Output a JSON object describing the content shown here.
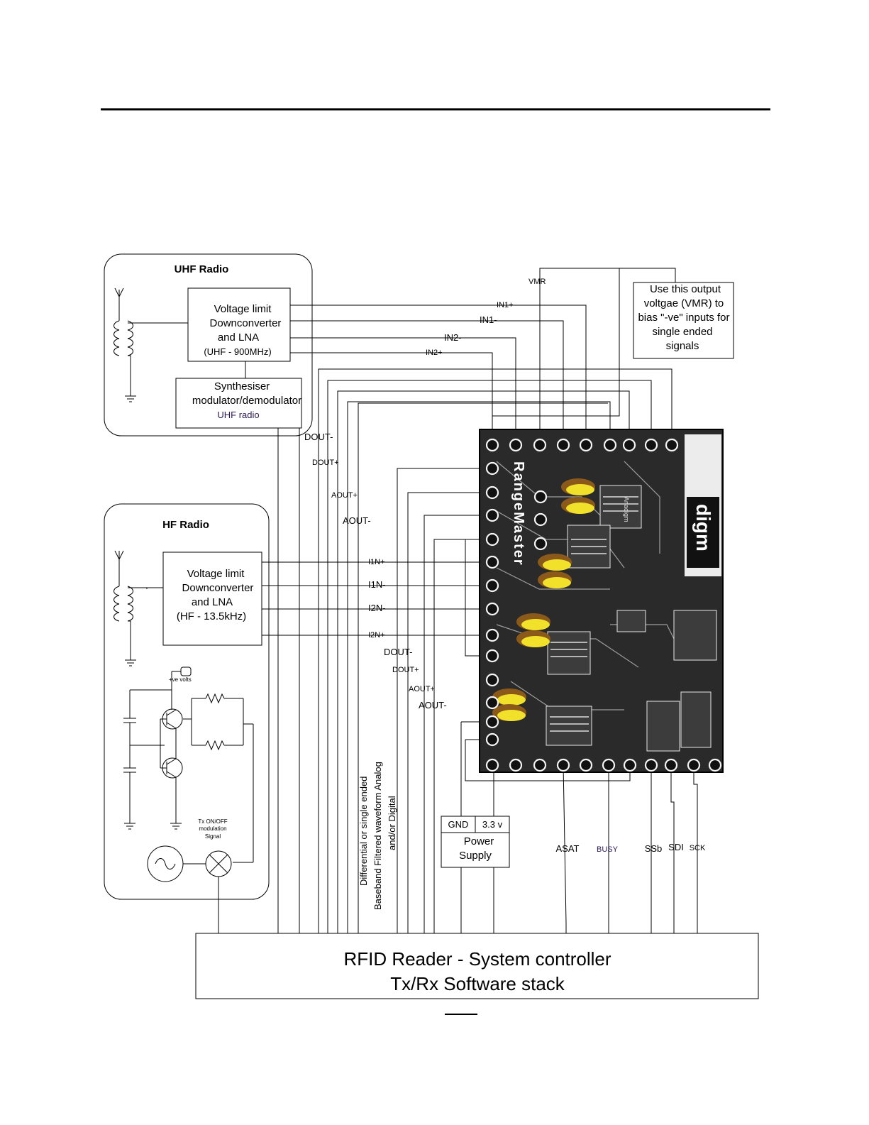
{
  "uhf": {
    "title": "UHF Radio",
    "box_lines": [
      "Voltage limit",
      "Downconverter",
      "and LNA",
      "(UHF - 900MHz)"
    ],
    "synth_lines": [
      "Synthesiser",
      "modulator/demodulator",
      "UHF radio"
    ]
  },
  "hf": {
    "title": "HF Radio",
    "box_lines": [
      "Voltage limit",
      "Downconverter",
      "and LNA",
      "(HF - 13.5kHz)"
    ],
    "supply_label": "+ve volts",
    "tx_lines": [
      "Tx ON/OFF",
      "modulation",
      "Signal"
    ]
  },
  "signals": {
    "vmr": "VMR",
    "in1p": "IN1+",
    "in1n": "IN1-",
    "in2n": "IN2-",
    "in2p": "IN2+",
    "dout_n_top": "DOUT-",
    "dout_p_top": "DOUT+",
    "aout_p_top": "AOUT+",
    "aout_n_top": "AOUT-",
    "i1np": "I1N+",
    "i1nn": "I1N-",
    "i2nn": "I2N-",
    "i2np": "I2N+",
    "dout_n_bot": "DOUT-",
    "dout_p_bot": "DOUT+",
    "aout_p_bot": "AOUT+",
    "aout_n_bot": "AOUT-"
  },
  "note_lines": [
    "Use this output",
    "voltgae (VMR) to",
    "bias \"-ve\" inputs for",
    "single ended",
    "signals"
  ],
  "vertical_note": [
    "Differential or single ended",
    "Baseband Filtered waveform  Analog",
    "and/or Digital"
  ],
  "power": {
    "gnd": "GND",
    "v": "3.3 v",
    "lines": [
      "Power",
      "Supply"
    ]
  },
  "bottom_signals": [
    "ASAT",
    "BUSY",
    "SSb",
    "SDI",
    "SCK"
  ],
  "controller_lines": [
    "RFID Reader - System controller",
    "Tx/Rx Software stack"
  ],
  "board": {
    "side_text": "RangeMaster",
    "brand_text": "digm",
    "chip_text": "Anadigm"
  }
}
